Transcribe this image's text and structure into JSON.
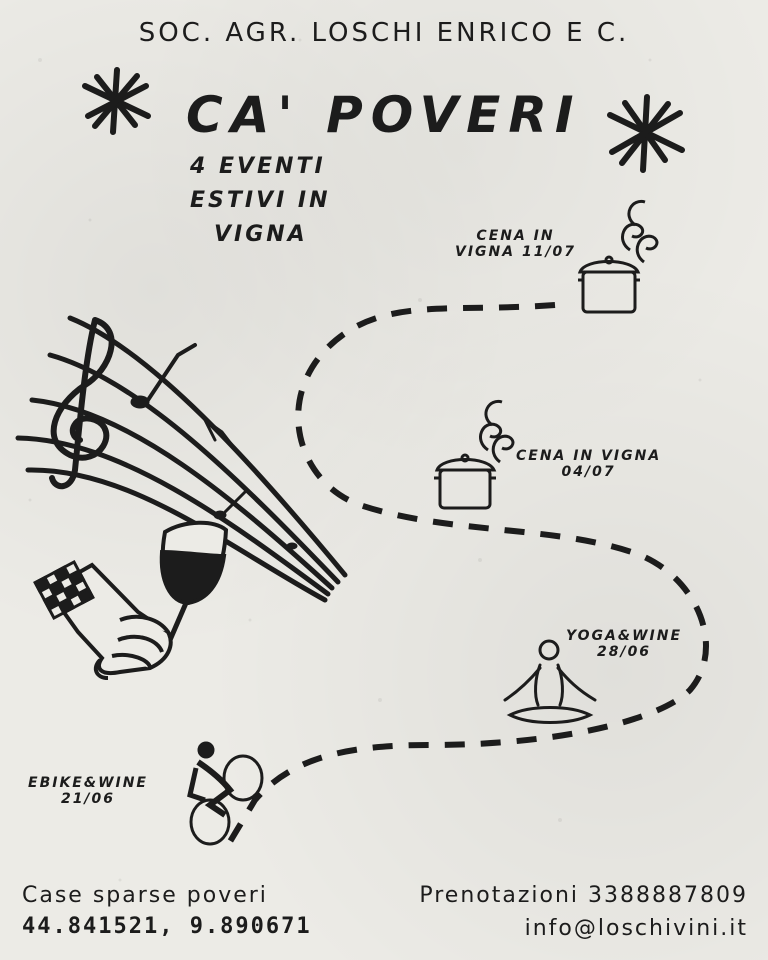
{
  "header": {
    "company": "SOC. AGR. LOSCHI ENRICO E C.",
    "brand": "CA' POVERI",
    "subtitle_lines": [
      "4 EVENTI",
      "ESTIVI IN",
      "VIGNA"
    ]
  },
  "events": [
    {
      "lines": [
        "CENA IN",
        "VIGNA 11/07"
      ],
      "icon": "cooking-pot-icon"
    },
    {
      "lines": [
        "CENA IN VIGNA",
        "04/07"
      ],
      "icon": "cooking-pot-icon"
    },
    {
      "lines": [
        "YOGA&WINE",
        "28/06"
      ],
      "icon": "meditation-icon"
    },
    {
      "lines": [
        "EBIKE&WINE",
        "21/06"
      ],
      "icon": "cyclist-icon"
    }
  ],
  "footer": {
    "address": "Case sparse poveri",
    "coordinates": "44.841521, 9.890671",
    "booking": "Prenotazioni 3388887809",
    "email": "info@loschivini.it"
  },
  "colors": {
    "background": "#ecebe6",
    "ink": "#1c1c1c"
  }
}
